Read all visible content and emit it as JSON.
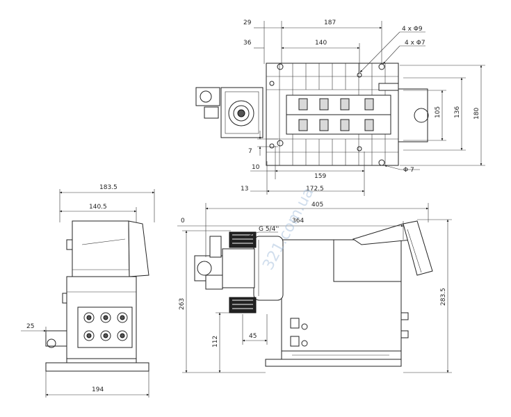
{
  "watermark": "321.com.ua",
  "top_view": {
    "dims": {
      "d29": "29",
      "d187": "187",
      "d36": "36",
      "d140": "140",
      "hole9": "4 x Φ9",
      "hole7": "4 x Φ7",
      "d105": "105",
      "d136": "136",
      "d180": "180",
      "d7": "7",
      "d10": "10",
      "d159": "159",
      "d13": "13",
      "d172": "172.5",
      "phi7": "Φ 7"
    }
  },
  "side_view": {
    "dims": {
      "d183": "183.5",
      "d140": "140.5",
      "d25": "25",
      "d194": "194"
    }
  },
  "front_view": {
    "dims": {
      "d405": "405",
      "d0": "0",
      "d364": "364",
      "thread": "G 5/4''",
      "d263": "263",
      "d283": "283.5",
      "d112": "112",
      "d45": "45"
    }
  }
}
